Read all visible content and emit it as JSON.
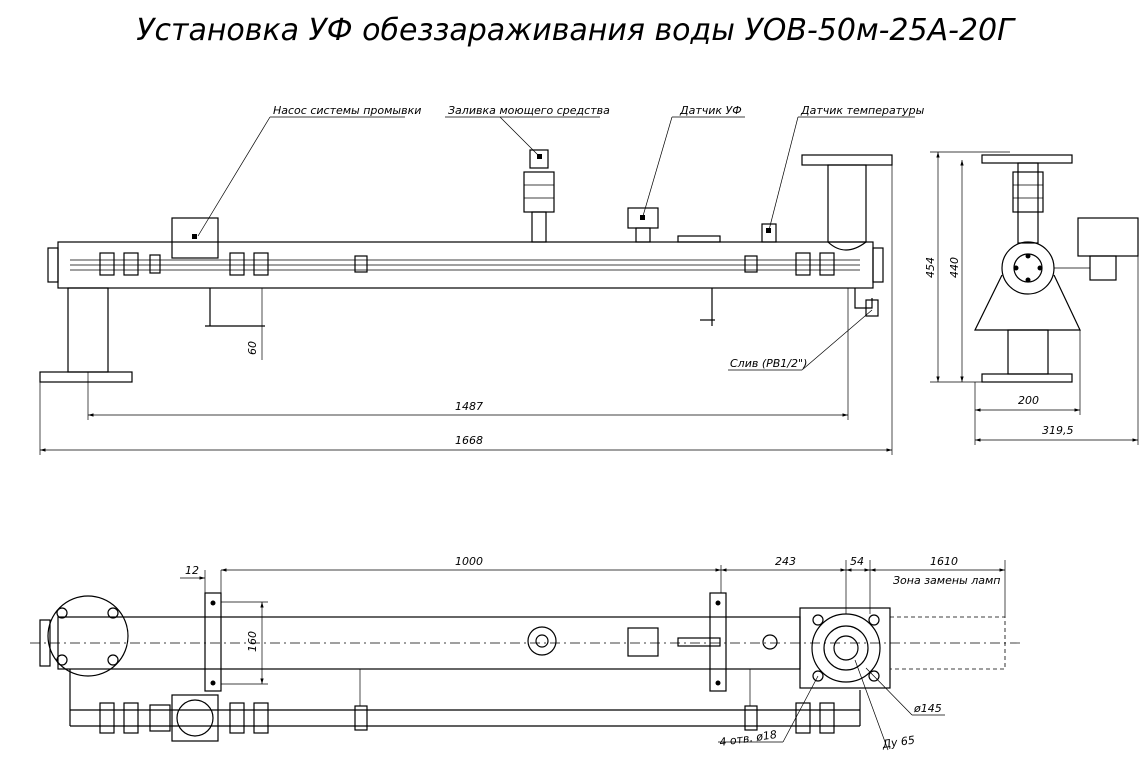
{
  "title": "Установка УФ обеззараживания воды УОВ-50м-25А-20Г",
  "callouts": {
    "pump": "Насос системы промывки",
    "detergent": "Заливка моющего средства",
    "uv_sensor": "Датчик УФ",
    "temp_sensor": "Датчик температуры",
    "drain": "Слив (РВ1/2\")",
    "holes": "4 отв. ø18",
    "du": "Ду 65",
    "lamp_zone": "Зона замены ламп"
  },
  "dimensions": {
    "front_60": "60",
    "front_1487": "1487",
    "front_1668": "1668",
    "side_454": "454",
    "side_440": "440",
    "side_200": "200",
    "side_319": "319,5",
    "plan_12": "12",
    "plan_1000": "1000",
    "plan_243": "243",
    "plan_54": "54",
    "plan_1610": "1610",
    "plan_160": "160",
    "plan_d145": "ø145"
  }
}
